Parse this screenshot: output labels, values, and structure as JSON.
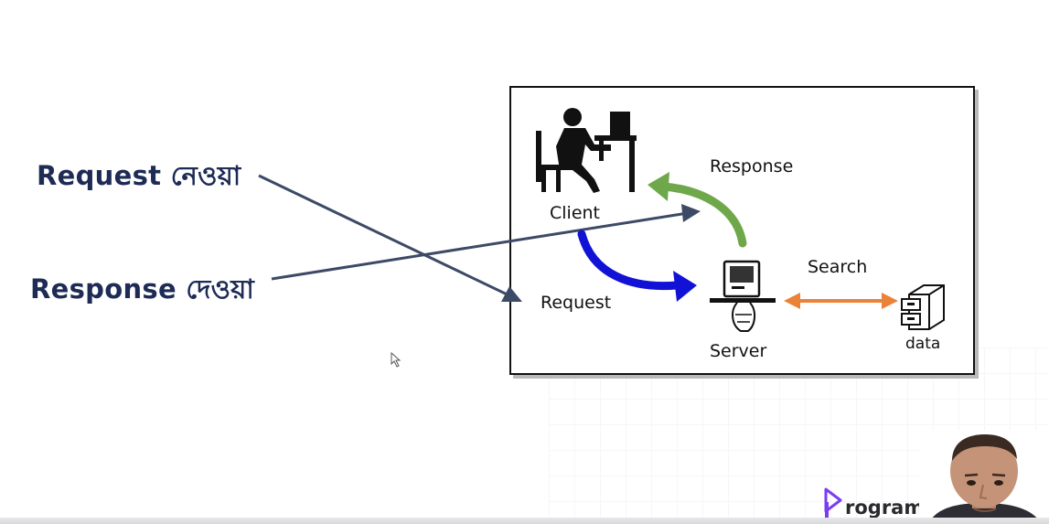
{
  "annotations": {
    "request_take": "Request নেওয়া",
    "response_give": "Response দেওয়া"
  },
  "diagram": {
    "client_label": "Client",
    "server_label": "Server",
    "data_label": "data",
    "request_label": "Request",
    "response_label": "Response",
    "search_label": "Search"
  },
  "arrows": {
    "request_color": "#1212d6",
    "response_color": "#6fa84a",
    "search_color": "#ea8238",
    "annotation_color": "#3d4a66"
  },
  "brand": {
    "text": "rogramm",
    "logo_icon": "play-triangle-icon"
  }
}
